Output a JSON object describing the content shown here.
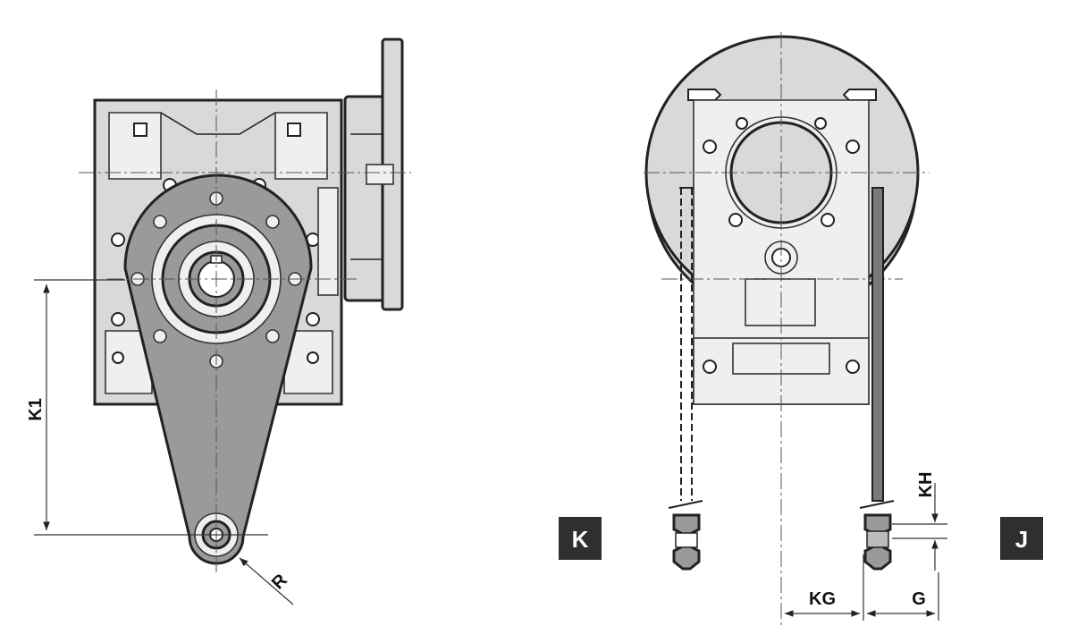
{
  "labels": {
    "k1": "K1",
    "r": "R",
    "kh": "KH",
    "kg": "KG",
    "g": "G",
    "badge_k": "K",
    "badge_j": "J"
  },
  "colors": {
    "body_fill": "#d9d9d9",
    "arm_fill": "#9a9a9a",
    "badge_fill": "#2f2f2f",
    "line": "#222222"
  }
}
